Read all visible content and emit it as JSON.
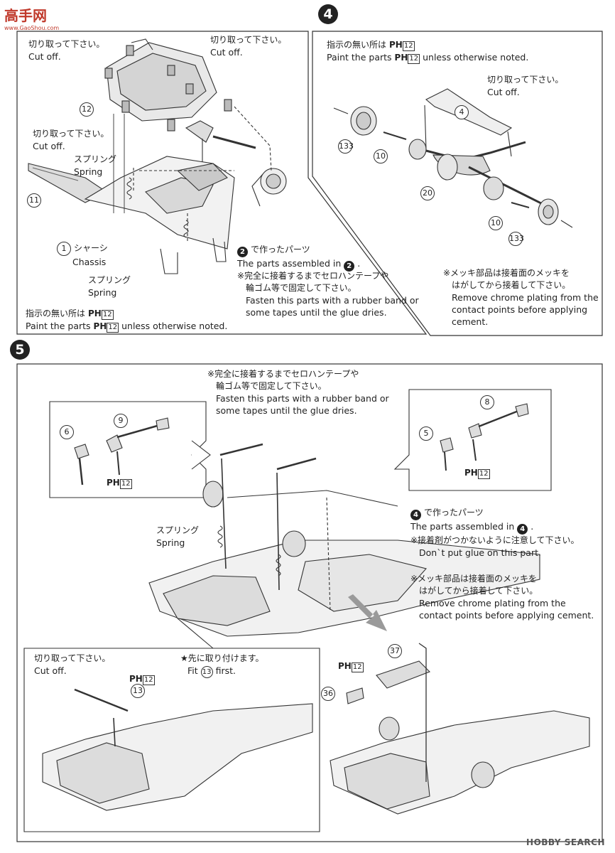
{
  "logo": {
    "text": "高手网",
    "sub": "www.GaoShou.com"
  },
  "watermark": "HOBBY SEARCH",
  "steps": {
    "four": "4",
    "five": "5"
  },
  "common": {
    "cutoff_jp": "切り取って下さい。",
    "cutoff_en": "Cut off.",
    "ph": "PH",
    "ph_num": "12",
    "paint_jp_prefix": "指示の無い所は",
    "paint_en_prefix": "Paint the parts",
    "paint_en_suffix": "unless otherwise noted."
  },
  "panel_top_left": {
    "spring_jp": "スプリング",
    "spring_en": "Spring",
    "chassis_jp": "シャーシ",
    "chassis_en": "Chassis",
    "assembled_jp": "で作ったパーツ",
    "assembled_en": "The parts assembled in",
    "ref_step": "2",
    "tape_jp_1": "※完全に接着するまでセロハンテープや",
    "tape_jp_2": "輪ゴム等で固定して下さい。",
    "tape_en_1": "Fasten this parts with a rubber band or",
    "tape_en_2": "some tapes until the glue dries.",
    "parts": [
      "12",
      "11",
      "1"
    ]
  },
  "panel_top_right": {
    "chrome_jp_1": "※メッキ部品は接着面のメッキを",
    "chrome_jp_2": "はがしてから接着して下さい。",
    "chrome_en_1": "Remove chrome plating from the",
    "chrome_en_2": "contact points before applying",
    "chrome_en_3": "cement.",
    "parts": [
      "4",
      "133",
      "10",
      "20",
      "10",
      "133"
    ]
  },
  "panel_bottom": {
    "tape_jp_1": "※完全に接着するまでセロハンテープや",
    "tape_jp_2": "輪ゴム等で固定して下さい。",
    "tape_en_1": "Fasten this parts with a rubber band or",
    "tape_en_2": "some tapes until the glue dries.",
    "assembled_jp": "で作ったパーツ",
    "assembled_en": "The parts assembled in",
    "ref_step": "4",
    "noglue_jp": "※接着剤がつかないように注意して下さい。",
    "noglue_en": "Don`t put glue on this part.",
    "chrome_jp_1": "※メッキ部品は接着面のメッキを",
    "chrome_jp_2": "はがしてから接着して下さい。",
    "chrome_en_1": "Remove chrome plating from the",
    "chrome_en_2": "contact points before applying cement.",
    "spring_jp": "スプリング",
    "spring_en": "Spring",
    "first_jp": "★先に取り付けます。",
    "first_en": "Fit",
    "first_en_2": "first.",
    "first_part": "13",
    "parts_left_inset": [
      "6",
      "9"
    ],
    "parts_right_inset": [
      "8",
      "5"
    ],
    "parts_bottom_left": [
      "13"
    ],
    "parts_bottom_right": [
      "37",
      "36"
    ]
  }
}
